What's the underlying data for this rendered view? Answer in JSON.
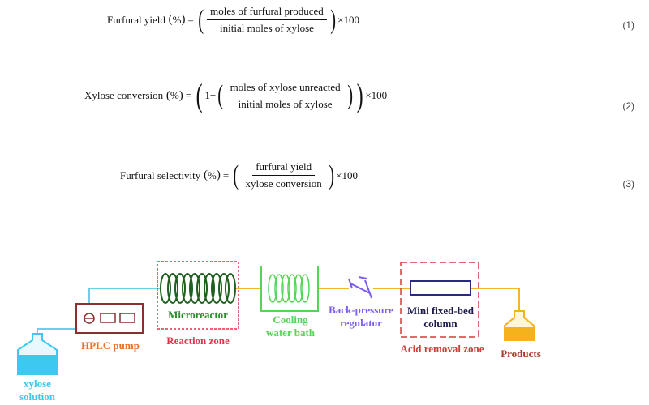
{
  "equations": [
    {
      "lhs": "Furfural yield",
      "unit": "%",
      "numerator": "moles of furfural produced",
      "denominator": "initial moles of xylose",
      "times": "×100",
      "number": "(1)"
    },
    {
      "lhs": "Xylose conversion",
      "unit": "%",
      "one_minus": "1−",
      "numerator": "moles of xylose unreacted",
      "denominator": "initial moles of xylose",
      "times": "×100",
      "number": "(2)"
    },
    {
      "lhs": "Furfural selectivity",
      "unit": "%",
      "numerator": "furfural yield",
      "denominator": "xylose conversion",
      "times": "×100",
      "number": "(3)"
    }
  ],
  "diagram": {
    "labels": {
      "xylose_line1": "xylose",
      "xylose_line2": "solution",
      "hplc_pump": "HPLC pump",
      "microreactor": "Microreactor",
      "reaction_zone": "Reaction zone",
      "cooling_line1": "Cooling",
      "cooling_line2": "water bath",
      "bpr_line1": "Back-pressure",
      "bpr_line2": "regulator",
      "column_line1": "Mini fixed-bed",
      "column_line2": "column",
      "acid_removal_zone": "Acid removal zone",
      "products": "Products"
    },
    "colors": {
      "xylose": "#3cc8f0",
      "hplc": "#e8702a",
      "pump_box": "#8b2f2f",
      "coil": "#1f5f1f",
      "microreactor": "#2d8a2d",
      "reaction_zone": "#e8304a",
      "cooling": "#55d455",
      "bpr": "#7b5cf0",
      "column_border": "#2a2a7a",
      "acid_zone": "#d63a3a",
      "products_label": "#a83a2a",
      "products_fill": "#f5b21a",
      "tubing_cold": "#6ccfe8",
      "tubing_hot": "#f5b52a"
    }
  }
}
